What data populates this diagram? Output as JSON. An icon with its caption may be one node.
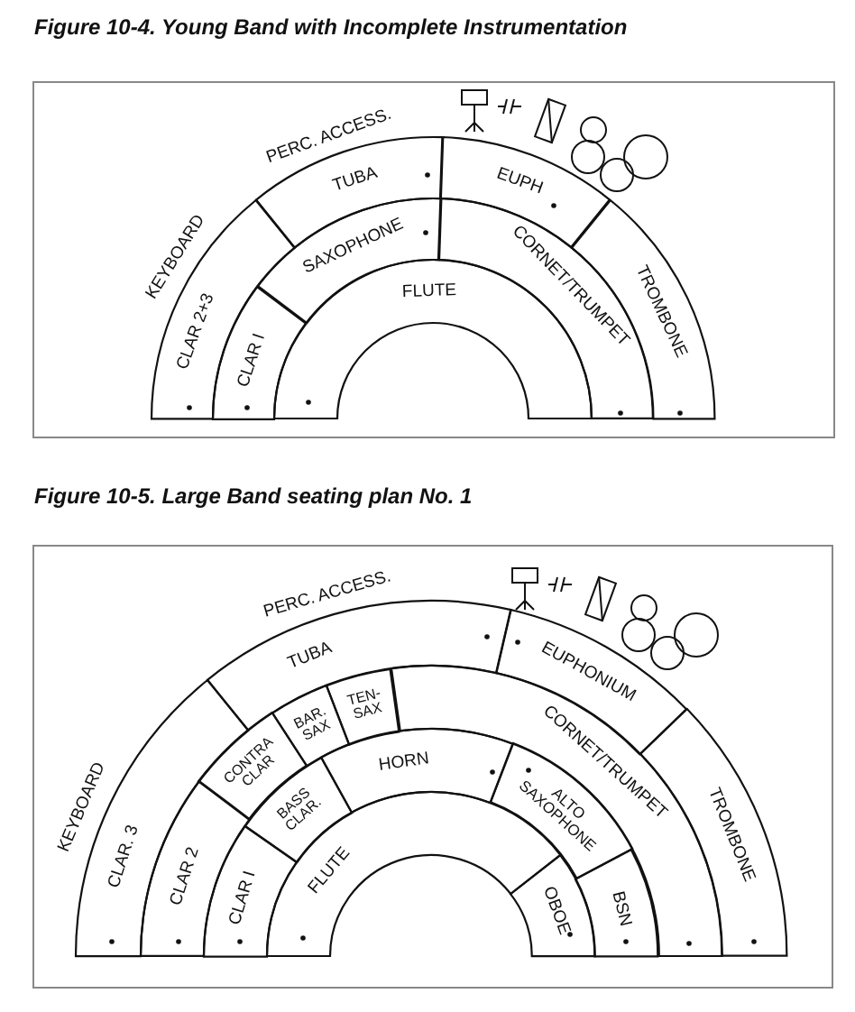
{
  "diagram": {
    "nodes": [
      {
        "text": [
          "Figure 10-4. Young Band with Incomplete Instrumentation"
        ]
      },
      {
        "text": [
          "TUBA"
        ],
        "in": 0
      },
      {
        "text": [
          "EUPH"
        ],
        "in": 0
      },
      {
        "text": [
          "CLAR 2+3"
        ],
        "in": 0
      },
      {
        "text": [
          "SAXOPHONE"
        ],
        "in": 0
      },
      {
        "text": [
          "CORNET/TRUMPET"
        ],
        "in": 0
      },
      {
        "text": [
          "TROMBONE"
        ],
        "in": 0
      },
      {
        "text": [
          "CLAR I"
        ],
        "in": 0
      },
      {
        "text": [
          "FLUTE"
        ],
        "in": 0
      },
      {
        "text": [
          "Figure 10-5. Large Band seating plan No. 1"
        ]
      },
      {
        "text": [
          "TUBA"
        ],
        "in": 9
      },
      {
        "text": [
          "EUPHONIUM"
        ],
        "in": 9
      },
      {
        "text": [
          "CLAR. 3"
        ],
        "in": 9
      },
      {
        "text": [
          "CONTRA CLAR"
        ],
        "in": 9
      },
      {
        "text": [
          "BAR. SAX"
        ],
        "in": 9
      },
      {
        "text": [
          "TEN- SAX"
        ],
        "in": 9
      },
      {
        "text": [
          "HORN"
        ],
        "in": 9
      },
      {
        "text": [
          "CORNET/TRUMPET"
        ],
        "in": 9
      },
      {
        "text": [
          "TROMBONE"
        ],
        "in": 9
      },
      {
        "text": [
          "CLAR 2"
        ],
        "in": 9
      },
      {
        "text": [
          "BASS CLAR."
        ],
        "in": 9
      },
      {
        "text": [
          "ALTO SAXOPHONE"
        ],
        "in": 9
      },
      {
        "text": [
          "CLAR I"
        ],
        "in": 9
      },
      {
        "text": [
          "FLUTE"
        ],
        "in": 9
      },
      {
        "text": [
          "BSN"
        ],
        "in": 9
      },
      {
        "text": [
          "OBOE"
        ],
        "in": 9
      }
    ],
    "labels": [
      "PERC. ACCESS.",
      "KEYBOARD",
      "PERC. ACCESS.",
      "KEYBOARD"
    ]
  }
}
